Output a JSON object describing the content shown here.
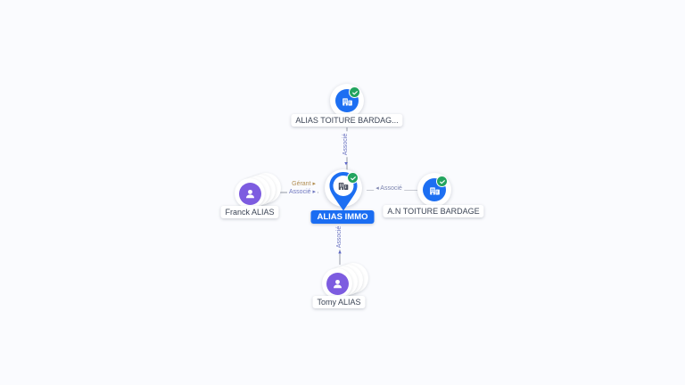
{
  "background": "#fafbfe",
  "colors": {
    "company_blue": "#1d6ff2",
    "person_purple": "#7d5ce0",
    "verified_green": "#23a45f",
    "edge_line": "#c7cad2",
    "node_label_text": "#3c4556",
    "center_label_bg": "#1a6df2",
    "associe_label": "#7078c0",
    "gerant_label": "#b28e52"
  },
  "icons": {
    "arrow_right": "▸",
    "arrow_left": "◂",
    "arrow_down": "▾",
    "arrow_up": "▴"
  },
  "nodes": {
    "center": {
      "label": "ALIAS IMMO",
      "type": "company",
      "verified": true
    },
    "top": {
      "label": "ALIAS TOITURE BARDAG...",
      "type": "company",
      "verified": true
    },
    "left": {
      "label": "Franck ALIAS",
      "type": "person"
    },
    "right": {
      "label": "A.N TOITURE BARDAGE",
      "type": "company",
      "verified": true
    },
    "bottom": {
      "label": "Tomy ALIAS",
      "type": "person"
    }
  },
  "edges": {
    "top": {
      "label": "Associé"
    },
    "left": {
      "role1": "Gérant",
      "role2": "Associé"
    },
    "right": {
      "label": "Associé"
    },
    "bottom": {
      "label": "Associé"
    }
  }
}
